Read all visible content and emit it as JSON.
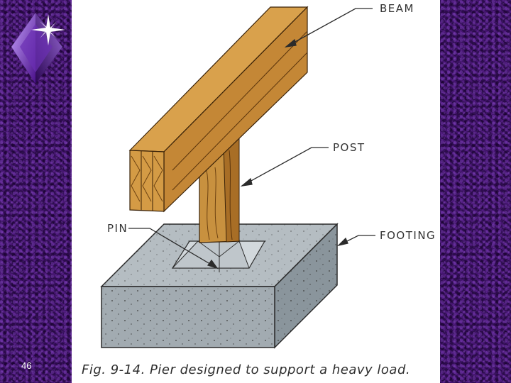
{
  "slide": {
    "page_number": "46",
    "logo_icon": "purple-diamond-sparkle-icon"
  },
  "figure": {
    "callouts": {
      "beam": "BEAM",
      "post": "POST",
      "pin": "PIN",
      "footing": "FOOTING"
    },
    "caption": "Fig. 9-14. Pier designed to support a heavy load."
  },
  "colors": {
    "background": "#3a1160",
    "wood": "#c8913f",
    "concrete": "#9ea7ae"
  }
}
